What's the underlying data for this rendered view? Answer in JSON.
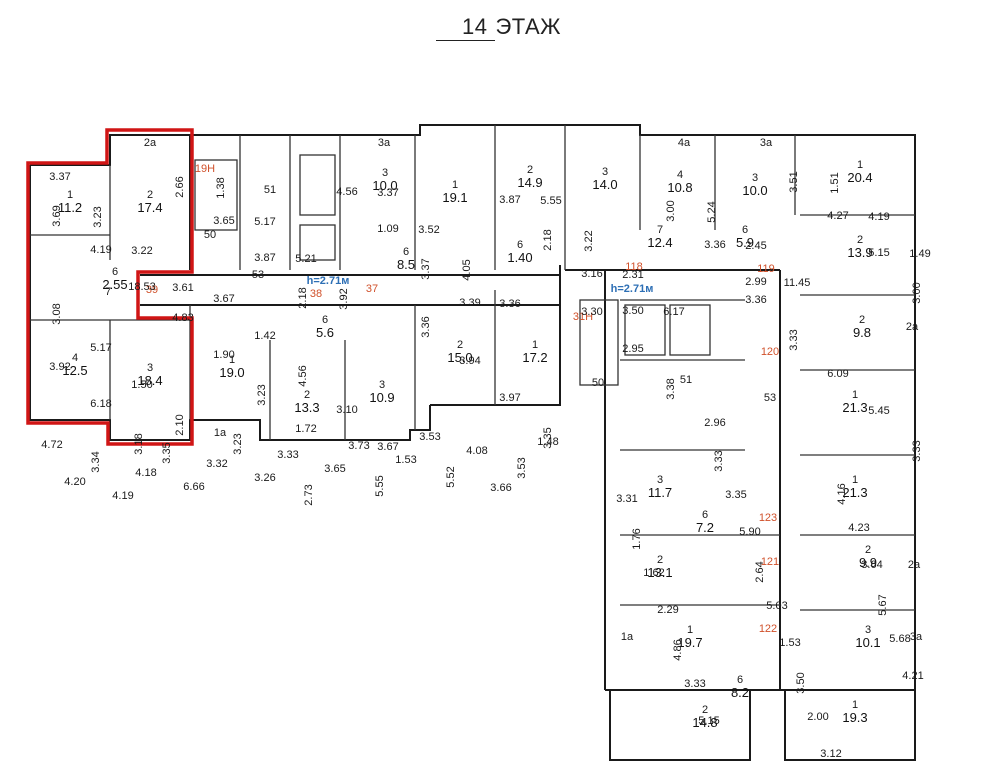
{
  "title": {
    "number": "14",
    "word": "ЭТАЖ"
  },
  "colors": {
    "highlight": "#d01515",
    "wall": "#1a1a1a",
    "corridor_orange": "#d0502a",
    "height_blue": "#2d6fb5"
  },
  "ceiling_labels": [
    "h=2.71м",
    "h=2.71м"
  ],
  "orange_labels": [
    "19Н",
    "39",
    "38",
    "37",
    "31Н",
    "118",
    "119",
    "120",
    "123",
    "121",
    "122"
  ],
  "rooms": [
    {
      "n": "1",
      "a": "11.2"
    },
    {
      "n": "2",
      "a": "17.4"
    },
    {
      "n": "6",
      "a": "2.55"
    },
    {
      "n": "7",
      "a": ""
    },
    {
      "n": "4",
      "a": "12.5"
    },
    {
      "n": "3",
      "a": "18.4"
    },
    {
      "n": "50",
      "a": ""
    },
    {
      "n": "51",
      "a": ""
    },
    {
      "n": "53",
      "a": ""
    },
    {
      "n": "1",
      "a": "19.0"
    },
    {
      "n": "6",
      "a": "5.6"
    },
    {
      "n": "2",
      "a": "13.3"
    },
    {
      "n": "3",
      "a": "10.9"
    },
    {
      "n": "3",
      "a": "10.0"
    },
    {
      "n": "1",
      "a": "19.1"
    },
    {
      "n": "6",
      "a": "8.5"
    },
    {
      "n": "2",
      "a": "15.0"
    },
    {
      "n": "2",
      "a": "14.9"
    },
    {
      "n": "6",
      "a": "1.40"
    },
    {
      "n": "1",
      "a": "17.2"
    },
    {
      "n": "3",
      "a": "14.0"
    },
    {
      "n": "4",
      "a": "10.8"
    },
    {
      "n": "7",
      "a": "12.4"
    },
    {
      "n": "3",
      "a": "10.0"
    },
    {
      "n": "1",
      "a": "20.4"
    },
    {
      "n": "6",
      "a": "5.9"
    },
    {
      "n": "2",
      "a": "13.9"
    },
    {
      "n": "2",
      "a": "9.8"
    },
    {
      "n": "1",
      "a": "21.3"
    },
    {
      "n": "1",
      "a": "21.3"
    },
    {
      "n": "2",
      "a": "9.9"
    },
    {
      "n": "3",
      "a": "10.1"
    },
    {
      "n": "1",
      "a": "19.3"
    },
    {
      "n": "6",
      "a": "8.2"
    },
    {
      "n": "2",
      "a": "14.8"
    },
    {
      "n": "1",
      "a": "19.7"
    },
    {
      "n": "2",
      "a": "13.1"
    },
    {
      "n": "6",
      "a": "7.2"
    },
    {
      "n": "3",
      "a": "11.7"
    },
    {
      "n": "50",
      "a": ""
    },
    {
      "n": "51",
      "a": ""
    },
    {
      "n": "53",
      "a": ""
    }
  ],
  "balcony_labels": [
    "2а",
    "1а",
    "3а",
    "4а",
    "3а",
    "2а",
    "2а",
    "3а",
    "1а"
  ],
  "dimensions": [
    "3.37",
    "3.23",
    "3.22",
    "3.61",
    "1.38",
    "5.17",
    "5.21",
    "3.92",
    "3.37",
    "3.52",
    "4.05",
    "3.36",
    "5.55",
    "3.22",
    "2.31",
    "6.17",
    "5.24",
    "2.45",
    "11.45",
    "1.51",
    "4.19",
    "1.49",
    "3.08",
    "5.17",
    "1.50",
    "2.10",
    "3.67",
    "1.42",
    "4.56",
    "3.10",
    "3.67",
    "3.36",
    "3.94",
    "3.97",
    "3.35",
    "3.30",
    "2.95",
    "3.38",
    "2.96",
    "3.36",
    "3.33",
    "6.09",
    "5.45",
    "3.33",
    "4.72",
    "4.20",
    "3.34",
    "4.19",
    "4.18",
    "3.35",
    "6.66",
    "3.32",
    "3.23",
    "3.26",
    "3.33",
    "2.73",
    "3.65",
    "3.73",
    "5.55",
    "1.53",
    "3.53",
    "5.52",
    "4.08",
    "3.66",
    "3.53",
    "1.48",
    "3.31",
    "1.76",
    "1.62",
    "2.29",
    "4.86",
    "3.33",
    "5.15",
    "3.33",
    "3.35",
    "5.90",
    "2.64",
    "5.03",
    "1.53",
    "3.50",
    "2.00",
    "3.12",
    "4.16",
    "4.23",
    "3.64",
    "5.67",
    "5.68",
    "4.21",
    "3.69",
    "4.19",
    "18.53",
    "2.66",
    "3.65",
    "3.87",
    "2.18",
    "4.56",
    "1.09",
    "3.37",
    "3.39",
    "3.87",
    "2.18",
    "3.16",
    "3.50",
    "3.00",
    "3.36",
    "2.99",
    "3.51",
    "4.27",
    "5.15",
    "3.00",
    "3.92",
    "6.18",
    "3.18",
    "4.83",
    "1.90",
    "3.23",
    "1.72"
  ]
}
